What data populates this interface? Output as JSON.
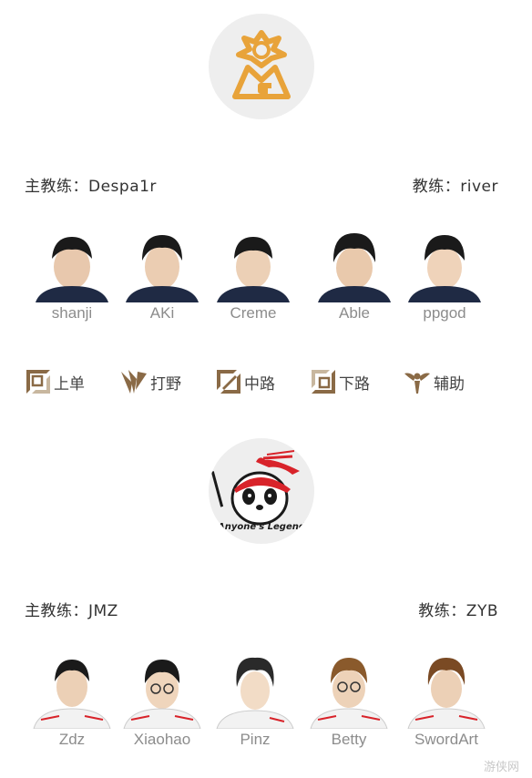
{
  "team1": {
    "logo_icon": "ag-logo",
    "head_coach": "主教练：Despa1r",
    "coach": "教练：river",
    "players": [
      "shanji",
      "AKi",
      "Creme",
      "Able",
      "ppgod"
    ],
    "jersey_color": "#1f2a44"
  },
  "roles": [
    {
      "icon": "top-lane-icon",
      "label": "上单"
    },
    {
      "icon": "jungle-icon",
      "label": "打野"
    },
    {
      "icon": "mid-lane-icon",
      "label": "中路"
    },
    {
      "icon": "bot-lane-icon",
      "label": "下路"
    },
    {
      "icon": "support-icon",
      "label": "辅助"
    }
  ],
  "team2": {
    "logo_icon": "al-panda-logo",
    "logo_text": "Anyone's Legend",
    "head_coach": "主教练：JMZ",
    "coach": "教练：ZYB",
    "players": [
      "Zdz",
      "Xiaohao",
      "Pinz",
      "Betty",
      "SwordArt"
    ],
    "jersey_color": "#f2f2f2"
  },
  "watermark": "游侠网",
  "colors": {
    "gold": "#e8a33a",
    "role_brown": "#8a6a46",
    "red": "#d8232a"
  }
}
